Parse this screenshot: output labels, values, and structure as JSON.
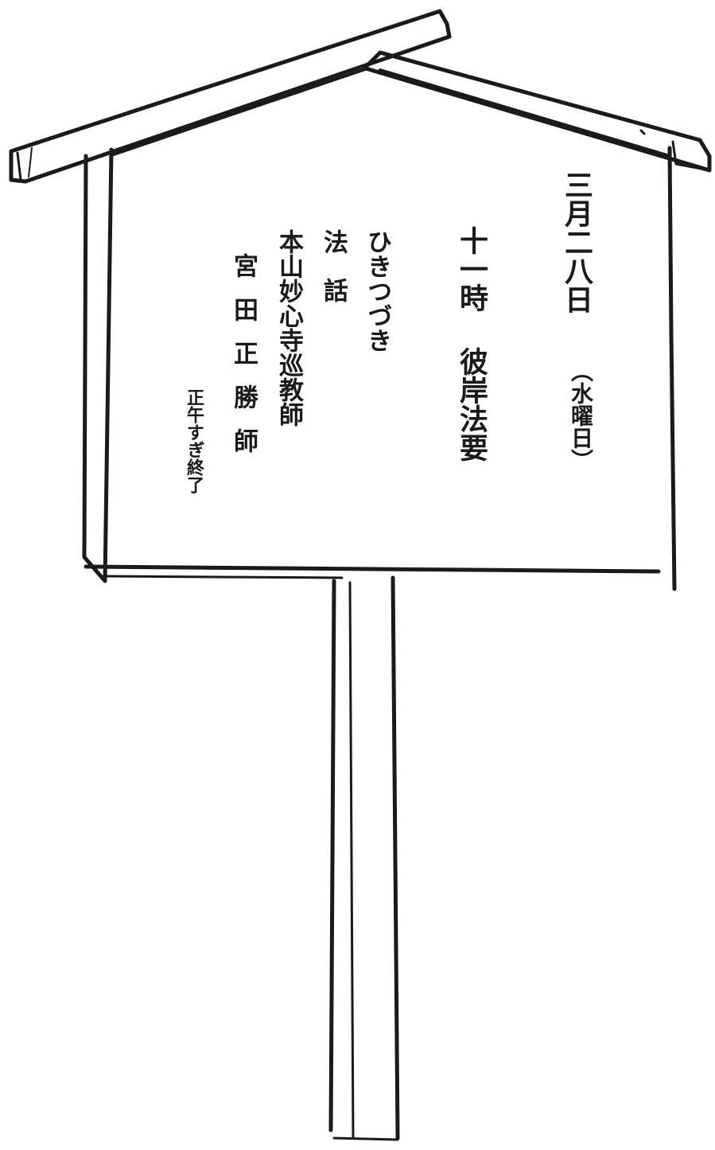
{
  "signboard": {
    "date": "三月二八日",
    "weekday": "（水曜日）",
    "time": "十一時",
    "event": "彼岸法要",
    "followed_by": "ひきつづき",
    "talk": "法話",
    "affiliation": "本山妙心寺巡教師",
    "speaker": "宮田正勝師",
    "end_time": "正午すぎ終了"
  },
  "colors": {
    "ink": "#1a1a1a",
    "paper": "#ffffff"
  }
}
